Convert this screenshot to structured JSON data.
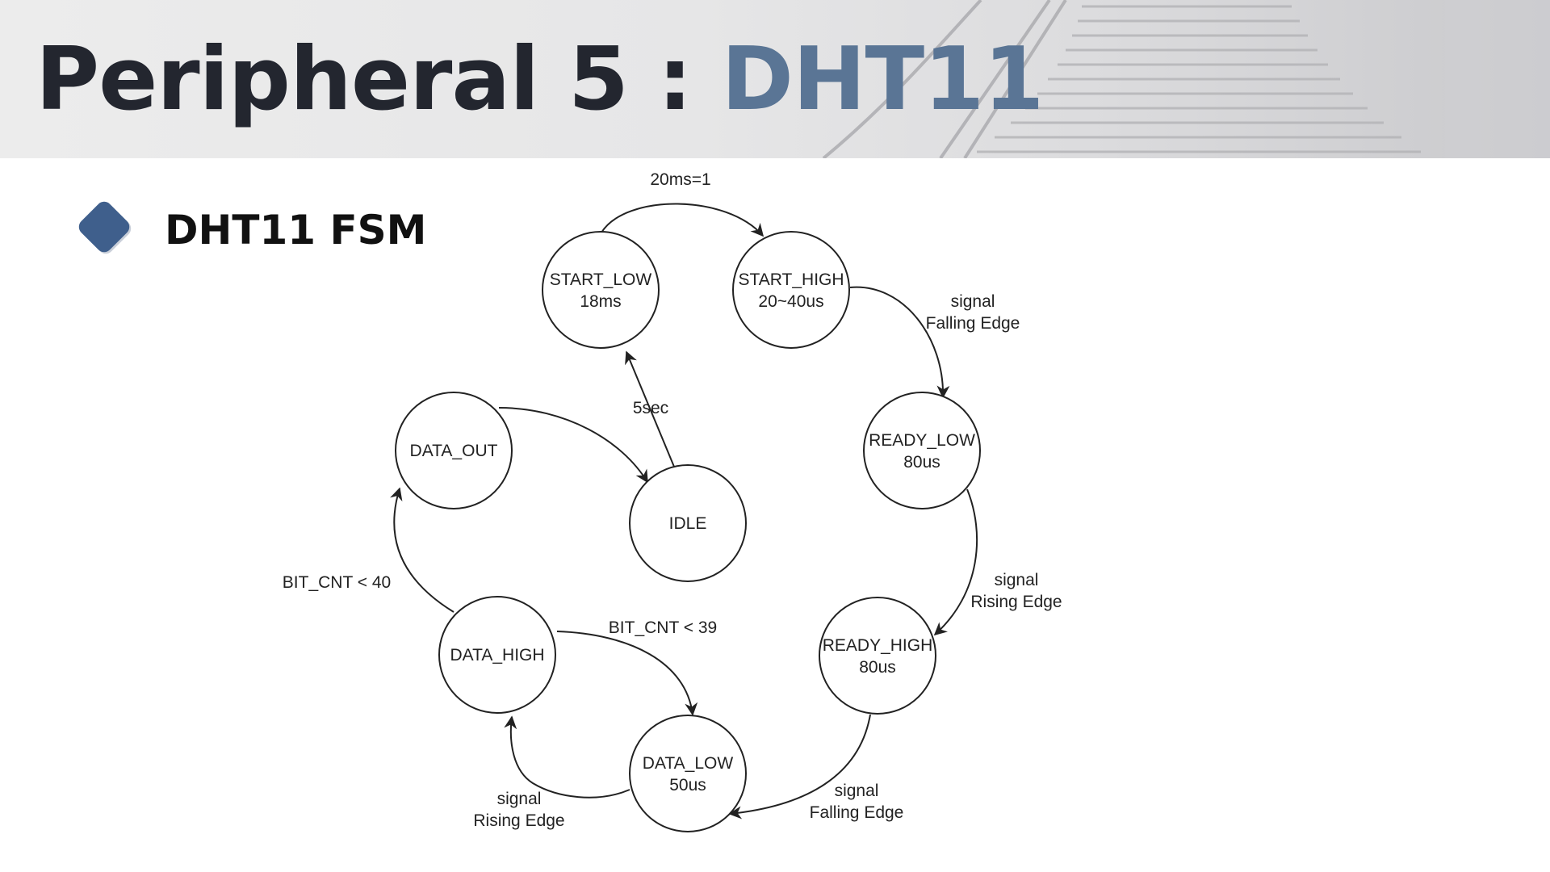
{
  "slide": {
    "title_main": "Peripheral  5 : ",
    "title_accent": "DHT11",
    "subtitle": "DHT11  FSM"
  },
  "colors": {
    "title_dark": "#23262f",
    "title_accent": "#5a7595",
    "bullet": "#3f5f8c"
  },
  "diagram": {
    "states": {
      "start_low": [
        "START_LOW",
        "18ms"
      ],
      "start_high": [
        "START_HIGH",
        "20~40us"
      ],
      "ready_low": [
        "READY_LOW",
        "80us"
      ],
      "ready_high": [
        "READY_HIGH",
        "80us"
      ],
      "data_low": [
        "DATA_LOW",
        "50us"
      ],
      "data_high": [
        "DATA_HIGH"
      ],
      "data_out": [
        "DATA_OUT"
      ],
      "idle": [
        "IDLE"
      ]
    },
    "transitions": {
      "t_20ms": "20ms=1",
      "t_5sec": "5sec",
      "sh_rl_1": "signal",
      "sh_rl_2": "Falling Edge",
      "rl_rh_1": "signal",
      "rl_rh_2": "Rising Edge",
      "rh_dl_1": "signal",
      "rh_dl_2": "Falling Edge",
      "dl_dh_1": "signal",
      "dl_dh_2": "Rising Edge",
      "dh_dl": "BIT_CNT < 39",
      "dh_do": "BIT_CNT < 40"
    }
  }
}
